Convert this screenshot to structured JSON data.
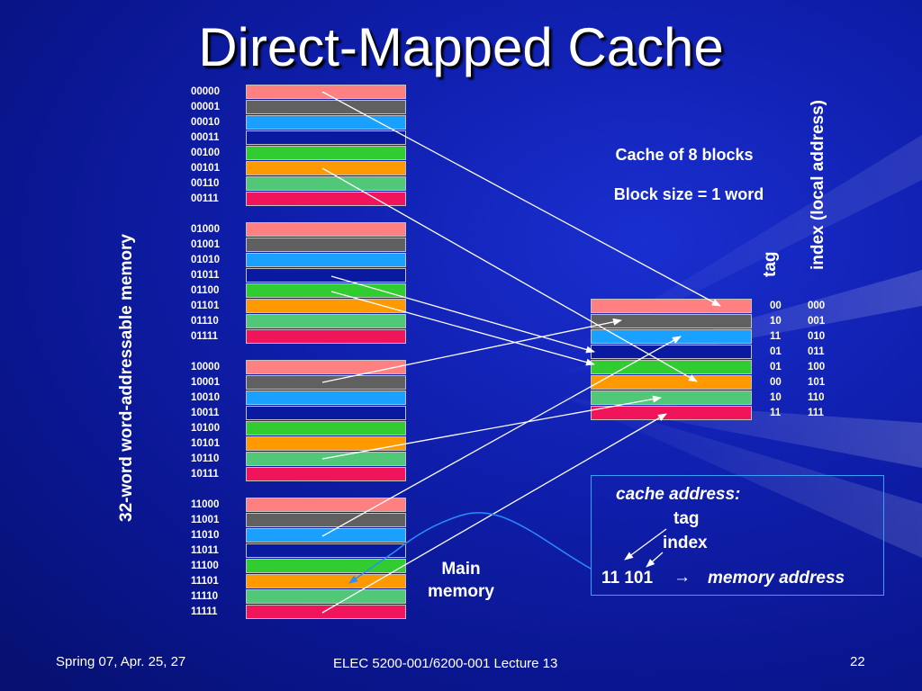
{
  "title": "Direct-Mapped Cache",
  "memory": {
    "label": "32-word word-addressable memory",
    "caption_line1": "Main",
    "caption_line2": "memory",
    "groups": [
      [
        "00000",
        "00001",
        "00010",
        "00011",
        "00100",
        "00101",
        "00110",
        "00111"
      ],
      [
        "01000",
        "01001",
        "01010",
        "01011",
        "01100",
        "01101",
        "01110",
        "01111"
      ],
      [
        "10000",
        "10001",
        "10010",
        "10011",
        "10100",
        "10101",
        "10110",
        "10111"
      ],
      [
        "11000",
        "11001",
        "11010",
        "11011",
        "11100",
        "11101",
        "11110",
        "11111"
      ]
    ]
  },
  "colors": {
    "block_colors": [
      "#ff8080",
      "#606060",
      "#1aa0ff",
      "#0a1aa0",
      "#30cc30",
      "#ff9900",
      "#50c878",
      "#f0145a"
    ],
    "accent_box_border": "#3aa0ff",
    "arrow": "#ffffff",
    "curve": "#2b8cff"
  },
  "cache": {
    "heading": "Cache of 8 blocks",
    "block_size": "Block size = 1 word",
    "tag_header": "tag",
    "index_header": "index (local address)",
    "tags": [
      "00",
      "10",
      "11",
      "01",
      "01",
      "00",
      "10",
      "11"
    ],
    "indices": [
      "000",
      "001",
      "010",
      "011",
      "100",
      "101",
      "110",
      "111"
    ]
  },
  "info": {
    "heading": "cache address:",
    "tag_label": "tag",
    "index_label": "index",
    "example_address": "11 101",
    "arrow_symbol": "→",
    "memory_address_label": "memory address"
  },
  "footer": {
    "left": "Spring 07, Apr. 25, 27",
    "center": "ELEC 5200-001/6200-001 Lecture 13",
    "page": "22"
  }
}
